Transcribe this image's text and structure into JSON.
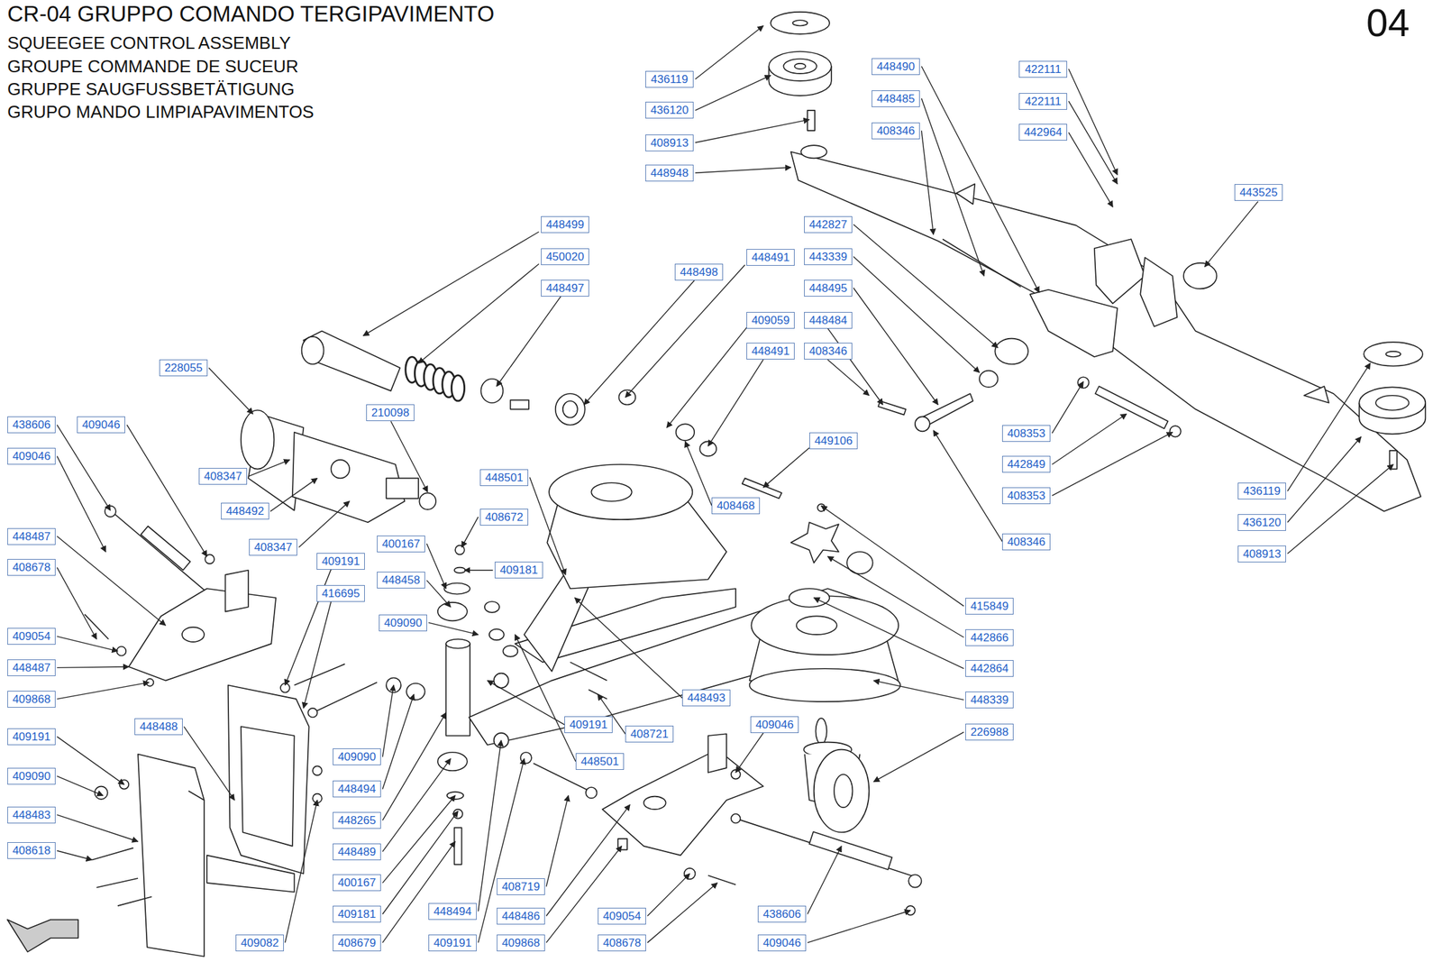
{
  "diagram": {
    "title": "CR-04 GRUPPO COMANDO TERGIPAVIMENTO",
    "labels": [
      "SQUEEGEE CONTROL ASSEMBLY",
      "GROUPE COMMANDE DE SUCEUR",
      "GRUPPE SAUGFUSSBETÄTIGUNG",
      "GRUPO MANDO LIMPIAPAVIMENTOS",
      "04",
      "436119",
      "436120",
      "408913",
      "448948",
      "448490",
      "448485",
      "408346",
      "422111",
      "422111",
      "442964",
      "443525",
      "448499",
      "450020",
      "448497",
      "448498",
      "448491",
      "442827",
      "443339",
      "448495",
      "409059",
      "448484",
      "408346",
      "448491",
      "228055",
      "210098",
      "408347",
      "448492",
      "408347",
      "438606",
      "409046",
      "409046",
      "448487",
      "408678",
      "409054",
      "448487",
      "409868",
      "409191",
      "409090",
      "448483",
      "408618",
      "448488",
      "409082",
      "409191",
      "416695",
      "448501",
      "408672",
      "400167",
      "409181",
      "448458",
      "409090",
      "409090",
      "448494",
      "448265",
      "448489",
      "400167",
      "409181",
      "408679",
      "448494",
      "409191",
      "448493",
      "409191",
      "408721",
      "448501",
      "408719",
      "448486",
      "409868",
      "409054",
      "408678",
      "409046",
      "226988",
      "448339",
      "442864",
      "442866",
      "415849",
      "449106",
      "408468",
      "438606",
      "409046",
      "408353",
      "442849",
      "408353",
      "408346",
      "436119",
      "436120",
      "408913"
    ]
  }
}
